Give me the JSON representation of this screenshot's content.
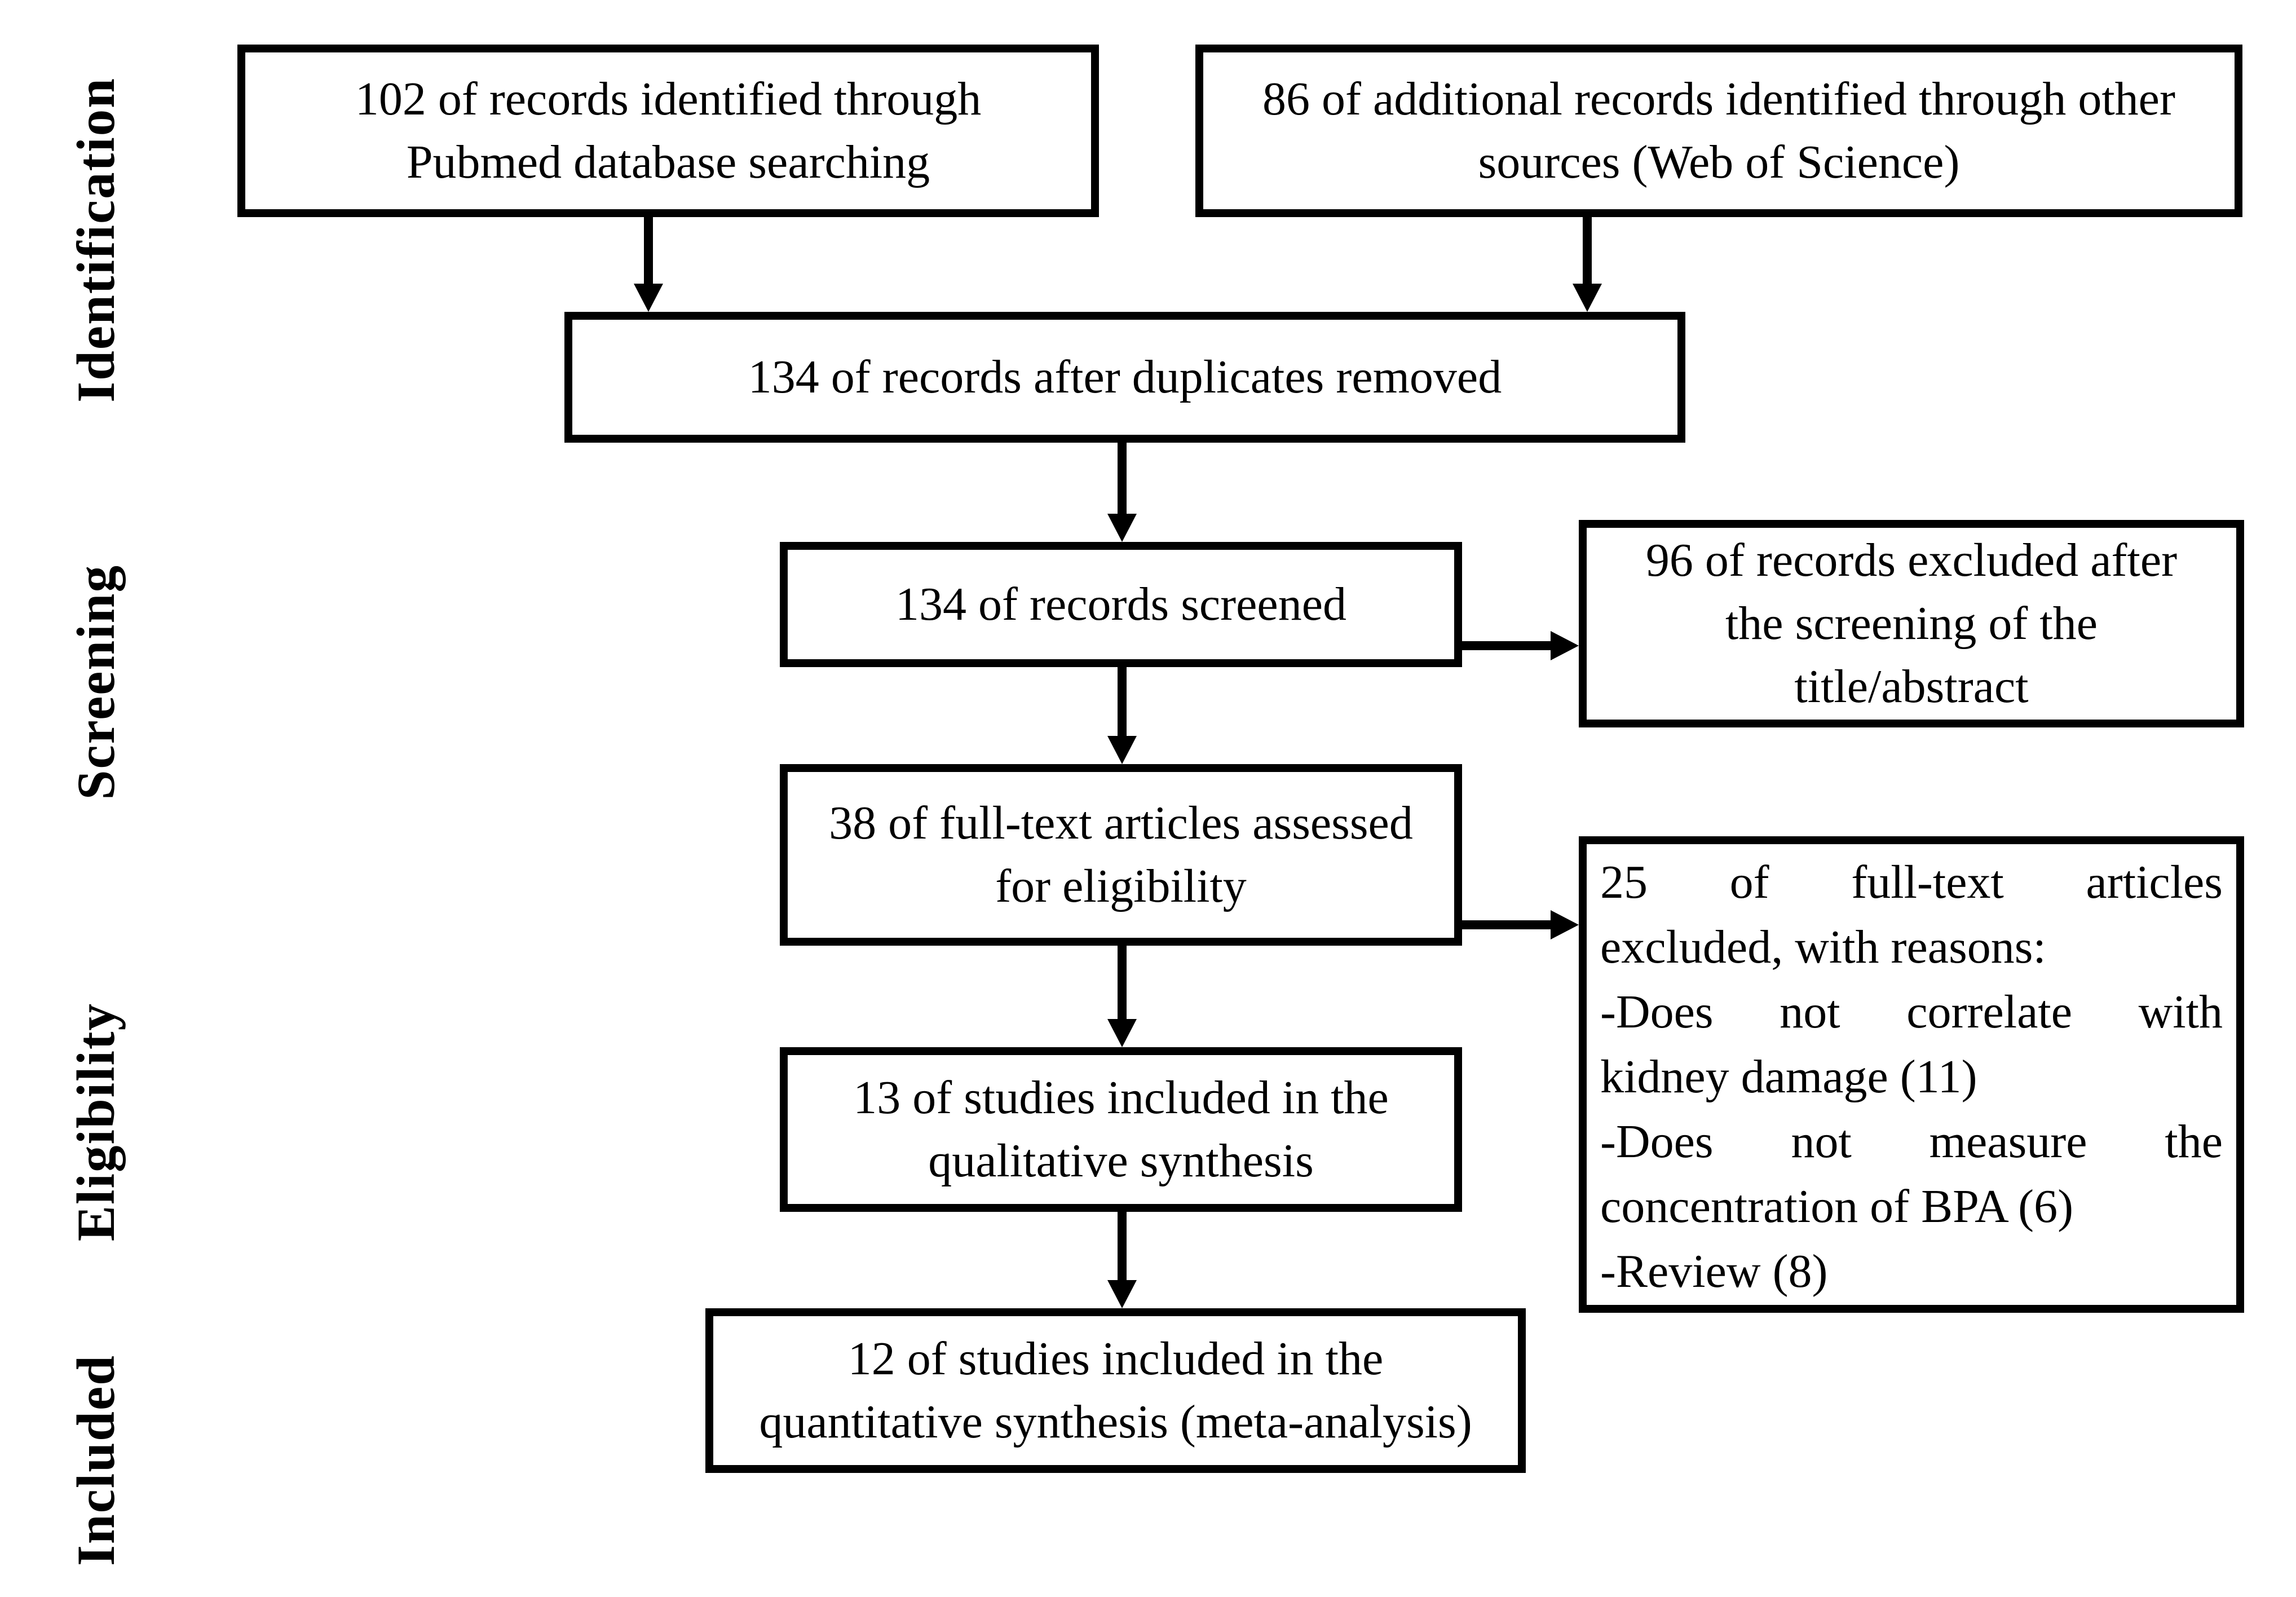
{
  "flowchart": {
    "type": "prisma-flow-diagram",
    "background_color": "#ffffff",
    "box_border_color": "#000000",
    "text_color": "#000000",
    "stages": [
      {
        "id": "identification",
        "label": "Identification"
      },
      {
        "id": "screening",
        "label": "Screening"
      },
      {
        "id": "eligibility",
        "label": "Eligibility"
      },
      {
        "id": "included",
        "label": "Included"
      }
    ],
    "nodes": [
      {
        "id": "records-pubmed",
        "lines": [
          "102 of records identified through",
          "Pubmed database searching"
        ]
      },
      {
        "id": "records-other-sources",
        "lines": [
          "86 of additional records identified through other",
          "sources (Web of Science)"
        ]
      },
      {
        "id": "records-after-duplicates",
        "lines": [
          "134 of records after duplicates removed"
        ]
      },
      {
        "id": "records-screened",
        "lines": [
          "134 of records screened"
        ]
      },
      {
        "id": "records-excluded-screening",
        "lines": [
          "96 of records excluded after",
          "the screening of the",
          "title/abstract"
        ]
      },
      {
        "id": "fulltext-assessed",
        "lines": [
          "38 of full-text articles assessed",
          "for eligibility"
        ]
      },
      {
        "id": "fulltext-excluded-reasons",
        "lines": [
          "25 of full-text articles",
          "excluded, with reasons:",
          "-Does not correlate with",
          "kidney damage (11)",
          "-Does not measure the",
          "concentration of BPA (6)",
          "-Review (8)"
        ]
      },
      {
        "id": "qualitative-synthesis",
        "lines": [
          "13 of studies included in the",
          "qualitative synthesis"
        ]
      },
      {
        "id": "quantitative-synthesis",
        "lines": [
          "12 of studies included in the",
          "quantitative synthesis (meta-analysis)"
        ]
      }
    ]
  }
}
